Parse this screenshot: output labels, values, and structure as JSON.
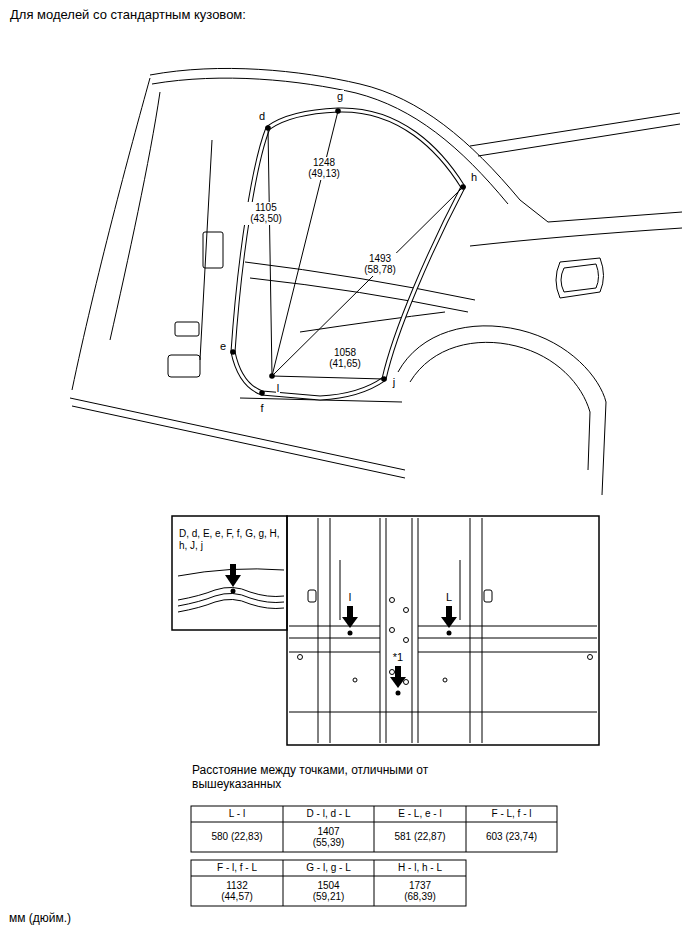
{
  "diagram": {
    "title": "Для моделей со стандартным кузовом:",
    "labels": [
      "d",
      "g",
      "1248 (49,13)",
      "h",
      "1105 (43,50)",
      "1493 (58,78)",
      "e",
      "l",
      "1058 (41,65)",
      "j",
      "f",
      "D, d, E, e, F, f, G, g, H, h, J, j",
      "l",
      "L",
      "*1",
      "Расстояние между точками, отличными от вышеуказанных",
      "L - l",
      "580 (22,83)",
      "D - l, d - L",
      "1407 (55,39)",
      "E - L, e - l",
      "581 (22,87)",
      "F - L, f - l",
      "603 (23,74)",
      "F - l, f - L",
      "1132 (44,57)",
      "G - l, g - L",
      "1504 (59,21)",
      "H - l, h - L",
      "1737 (68,39)",
      "мм (дюйм.)"
    ]
  }
}
